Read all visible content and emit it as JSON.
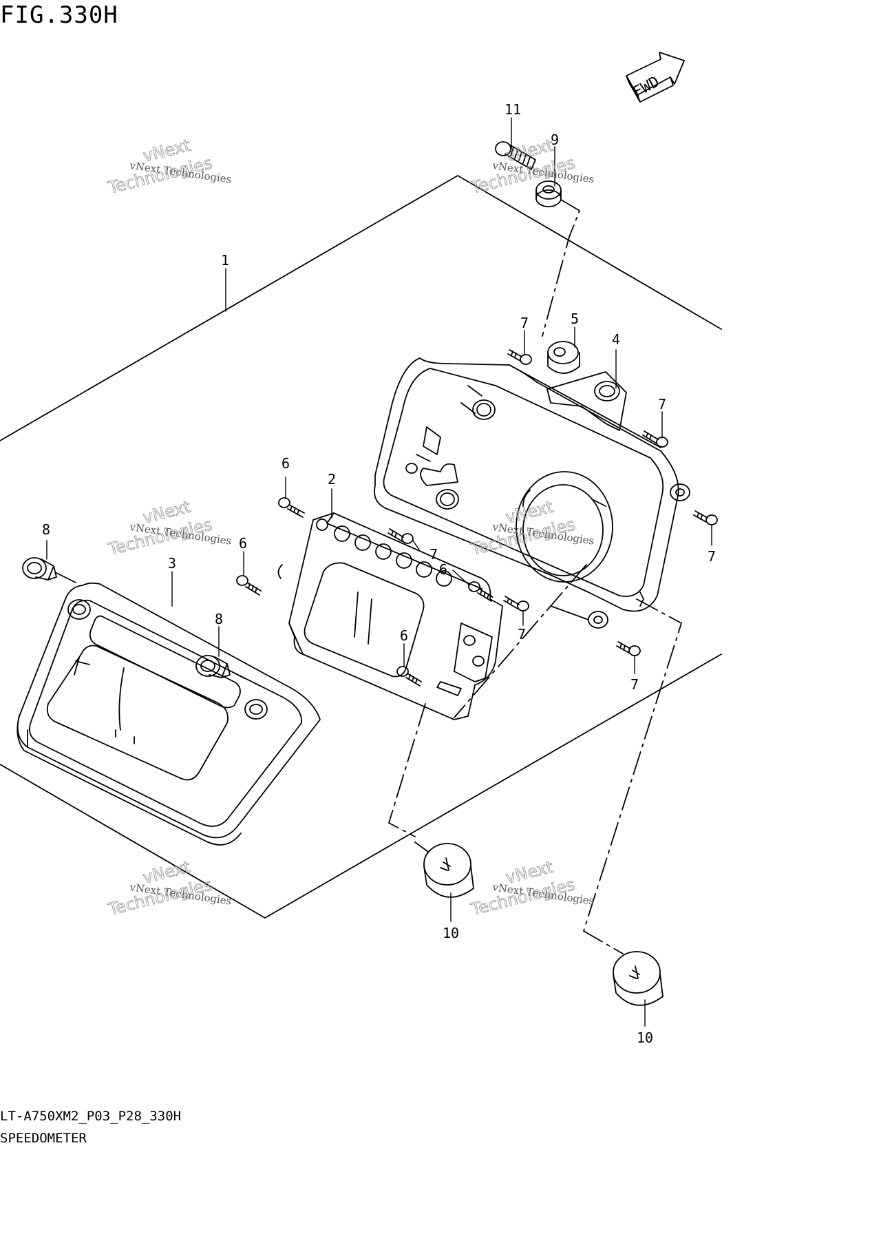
{
  "figure_title": "FIG.330H",
  "model_code": "LT-A750XM2_P03_P28_330H",
  "section_name": "SPEEDOMETER",
  "fwd_label": "FWD",
  "watermark": {
    "line1": "vNext",
    "line2": "vNext Technologies",
    "line3": "Technologies"
  },
  "callouts": [
    "1",
    "2",
    "3",
    "4",
    "5",
    "6",
    "6",
    "6",
    "6",
    "7",
    "7",
    "7",
    "7",
    "7",
    "7",
    "8",
    "8",
    "9",
    "10",
    "10",
    "11"
  ]
}
